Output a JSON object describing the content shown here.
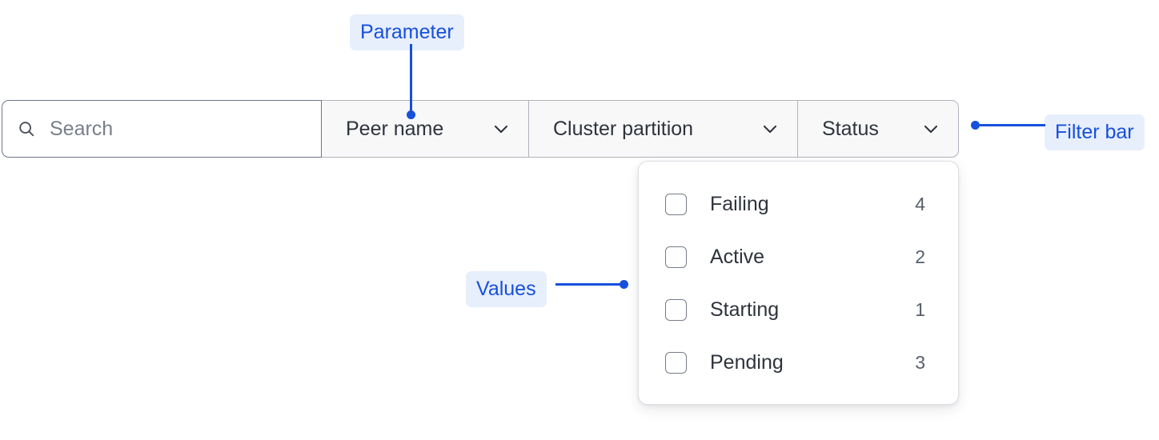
{
  "filter_bar": {
    "search": {
      "placeholder": "Search",
      "value": "",
      "icon": "search-icon"
    },
    "dropdowns": [
      {
        "label": "Peer name",
        "icon": "chevron-down-icon",
        "expanded": false
      },
      {
        "label": "Cluster partition",
        "icon": "chevron-down-icon",
        "expanded": false
      },
      {
        "label": "Status",
        "icon": "chevron-down-icon",
        "expanded": true
      }
    ]
  },
  "status_dropdown_panel": {
    "items": [
      {
        "label": "Failing",
        "count": "4",
        "checked": false
      },
      {
        "label": "Active",
        "count": "2",
        "checked": false
      },
      {
        "label": "Starting",
        "count": "1",
        "checked": false
      },
      {
        "label": "Pending",
        "count": "3",
        "checked": false
      }
    ]
  },
  "annotations": [
    {
      "label": "Parameter",
      "target": "peer-name-dropdown"
    },
    {
      "label": "Values",
      "target": "status-dropdown-panel"
    },
    {
      "label": "Filter bar",
      "target": "filter-bar"
    }
  ],
  "colors": {
    "annotation_text": "#1650dd",
    "annotation_background": "#e7eefc",
    "search_border": "#70768a",
    "cell_border": "#b0b3bb",
    "cell_background": "#f8f8f9",
    "text_primary": "#2e333c",
    "text_muted": "#787e8b"
  }
}
